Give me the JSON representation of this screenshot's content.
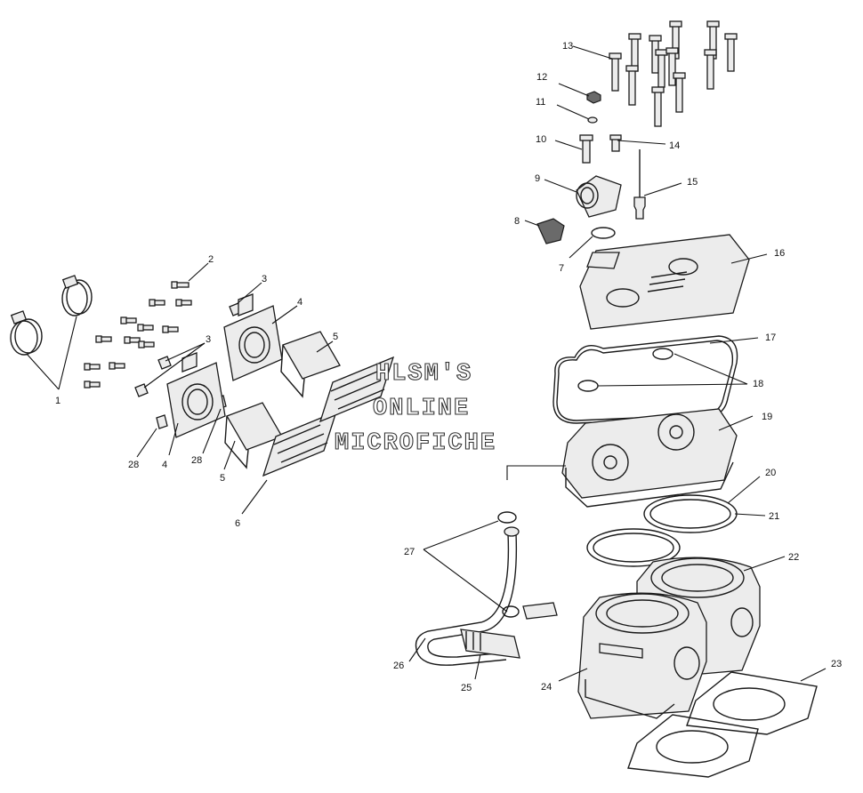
{
  "watermark": {
    "line1": "HLSM'S",
    "line2": "ONLINE",
    "line3": "MICROFICHE"
  },
  "callouts": [
    "1",
    "2",
    "3",
    "3",
    "4",
    "4",
    "5",
    "5",
    "6",
    "7",
    "8",
    "9",
    "10",
    "11",
    "12",
    "13",
    "14",
    "15",
    "16",
    "17",
    "18",
    "19",
    "20",
    "21",
    "22",
    "23",
    "24",
    "25",
    "26",
    "27",
    "28",
    "28"
  ]
}
